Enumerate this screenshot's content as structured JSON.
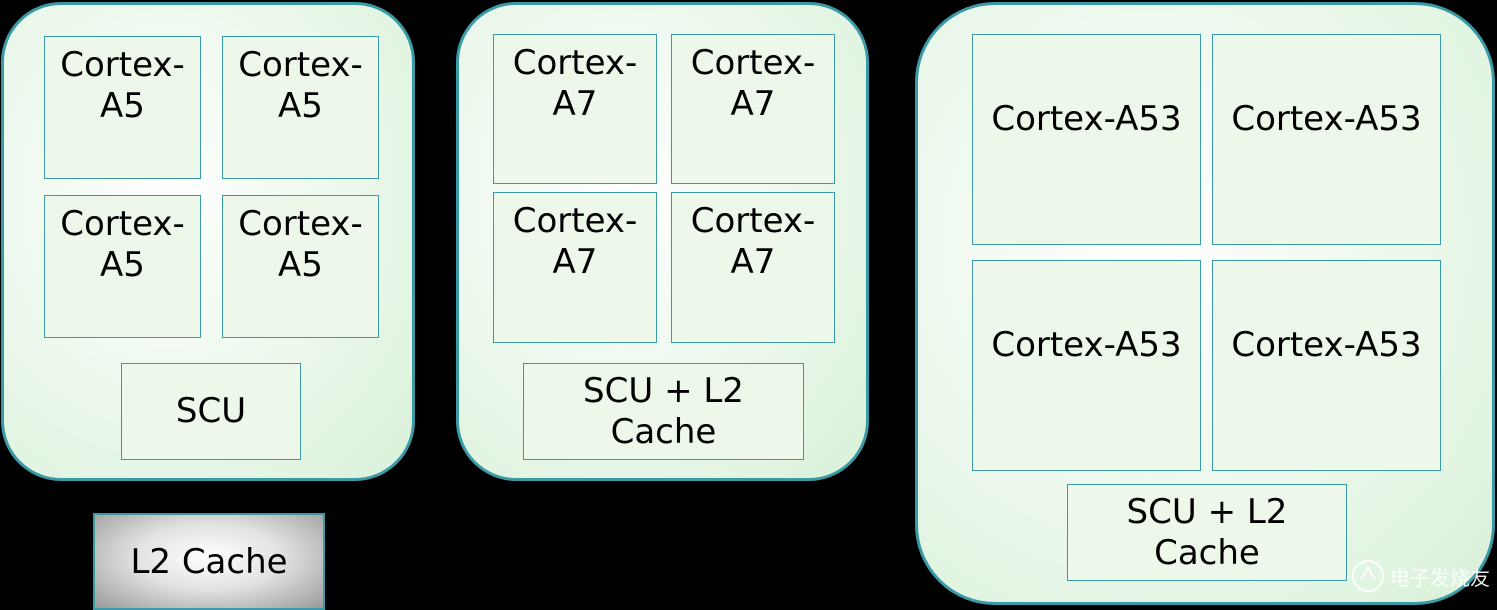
{
  "clusters": {
    "a5": {
      "cores": [
        "Cortex-\nA5",
        "Cortex-\nA5",
        "Cortex-\nA5",
        "Cortex-\nA5"
      ],
      "scu": "SCU"
    },
    "a7": {
      "cores": [
        "Cortex-\nA7",
        "Cortex-\nA7",
        "Cortex-\nA7",
        "Cortex-\nA7"
      ],
      "scu": "SCU + L2\nCache"
    },
    "a53": {
      "cores": [
        "Cortex-A53",
        "Cortex-A53",
        "Cortex-A53",
        "Cortex-A53"
      ],
      "scu": "SCU + L2\nCache"
    }
  },
  "external_l2": "L2 Cache",
  "watermark": "电子发烧友",
  "colors": {
    "background": "#000000",
    "border": "#3a9aa6",
    "cluster_fill": "#e3f5e3",
    "box_fill": "#edf7ea",
    "l2_fill": "#b5b5b5"
  }
}
